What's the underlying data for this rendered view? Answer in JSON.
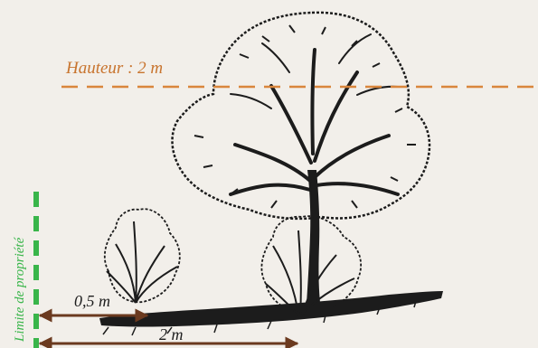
{
  "labels": {
    "height_limit": "Hauteur : 2 m",
    "property_line": "Limite de propriété",
    "distance_short": "0,5 m",
    "distance_long": "2 m"
  },
  "colors": {
    "background": "#f2efea",
    "height_line": "#d9863c",
    "height_text": "#c8742e",
    "property_line": "#39b54a",
    "arrow": "#6b3a1f",
    "drawing": "#1c1c1c"
  },
  "icons": {
    "tree": "tree-sketch",
    "shrub_left": "shrub-sketch",
    "shrub_right": "shrub-sketch",
    "ground": "ground-strip"
  }
}
